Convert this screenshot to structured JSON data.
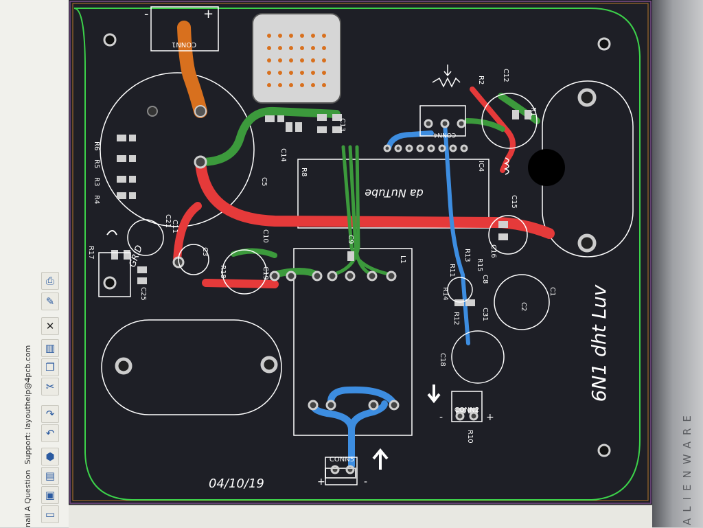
{
  "toolbar": {
    "status_text": "nail A Question",
    "support_text": "Support: layouthelp@4pcb.com",
    "buttons": [
      {
        "name": "open-folder-icon",
        "glyph": "📂"
      },
      {
        "name": "save-icon",
        "glyph": "💾"
      },
      {
        "name": "layers-icon",
        "glyph": "▤"
      },
      {
        "name": "3d-view-icon",
        "glyph": "⬢"
      },
      {
        "name": "undo-icon",
        "glyph": "↶"
      },
      {
        "name": "redo-icon",
        "glyph": "↷"
      },
      {
        "name": "cut-icon",
        "glyph": "✂"
      },
      {
        "name": "copy-icon",
        "glyph": "❐"
      },
      {
        "name": "paste-icon",
        "glyph": "📋"
      },
      {
        "name": "delete-icon",
        "glyph": "✕"
      },
      {
        "name": "edit-icon",
        "glyph": "✎"
      },
      {
        "name": "print-icon",
        "glyph": "⎙"
      }
    ]
  },
  "board": {
    "title": "6N1 dht Luv",
    "date": "04/10/19",
    "module_label": "da NuTube",
    "grid_label": "GRID",
    "connectors": {
      "conn1": "CONN1",
      "conn2": "CONN2",
      "conn4": "CONN4",
      "conn5": "CONN5"
    },
    "polarity": {
      "plus": "+",
      "minus": "-"
    },
    "components": {
      "c1": "C1",
      "c2": "C2",
      "c3": "C3",
      "c5": "C5",
      "c8": "C8",
      "c9": "C9",
      "c10": "C10",
      "c11": "C11",
      "c12": "C12",
      "c13": "C13",
      "c14": "C14",
      "c15": "C15",
      "c16": "C16",
      "c18": "C18",
      "c19": "C19",
      "c21": "C21",
      "c25": "C25",
      "c31": "C31",
      "r1": "R1",
      "r2": "R2",
      "r3": "R3",
      "r4": "R4",
      "r5": "R5",
      "r6": "R6",
      "r8": "R8",
      "r10": "R10",
      "r11": "R11",
      "r12": "R12",
      "r13": "R13",
      "r14": "R14",
      "r15": "R15",
      "r17": "R17",
      "r18": "R18",
      "ic4": "IC4",
      "l1": "L1"
    }
  },
  "colors": {
    "board_bg": "#1e1f26",
    "board_outline": "#3cd24a",
    "top_copper": "#e53a3a",
    "bottom_copper": "#3d8de0",
    "green_trace": "#3c9a3c",
    "orange_trace": "#d8701e",
    "silkscreen": "#ffffff",
    "pad": "#d1d1d1"
  },
  "monitor": {
    "brand": "ALIENWARE"
  }
}
